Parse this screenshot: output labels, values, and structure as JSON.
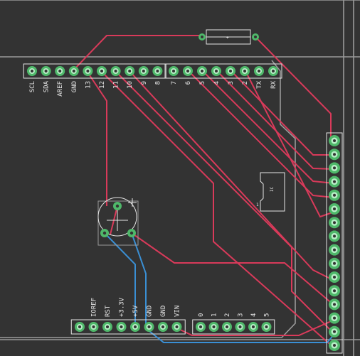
{
  "colors": {
    "background": "#333333",
    "trace_top": "#d93a5a",
    "trace_bottom": "#3a8fd4",
    "pad": "#4fb86a",
    "outline": "#9a9a9a",
    "silkscreen": "#e6e6e6"
  },
  "header_top_left": {
    "labels": [
      "SCL",
      "SDA",
      "AREF",
      "GND",
      "13",
      "12",
      "11",
      "10",
      "9",
      "8"
    ]
  },
  "header_top_right": {
    "labels": [
      "7",
      "6",
      "5",
      "4",
      "3",
      "2",
      "TX",
      "RX"
    ]
  },
  "header_bottom_power": {
    "labels": [
      "",
      "IOREF",
      "RST",
      "+3.3V",
      "+5V",
      "GND",
      "GND",
      "VIN"
    ]
  },
  "header_bottom_analog": {
    "labels": [
      "0",
      "1",
      "2",
      "3",
      "4",
      "5"
    ]
  },
  "component_top": {
    "label": "+"
  },
  "component_ic": {
    "label": "IC",
    "pin_label": "1"
  },
  "right_connector": {
    "pin_count": 16
  }
}
